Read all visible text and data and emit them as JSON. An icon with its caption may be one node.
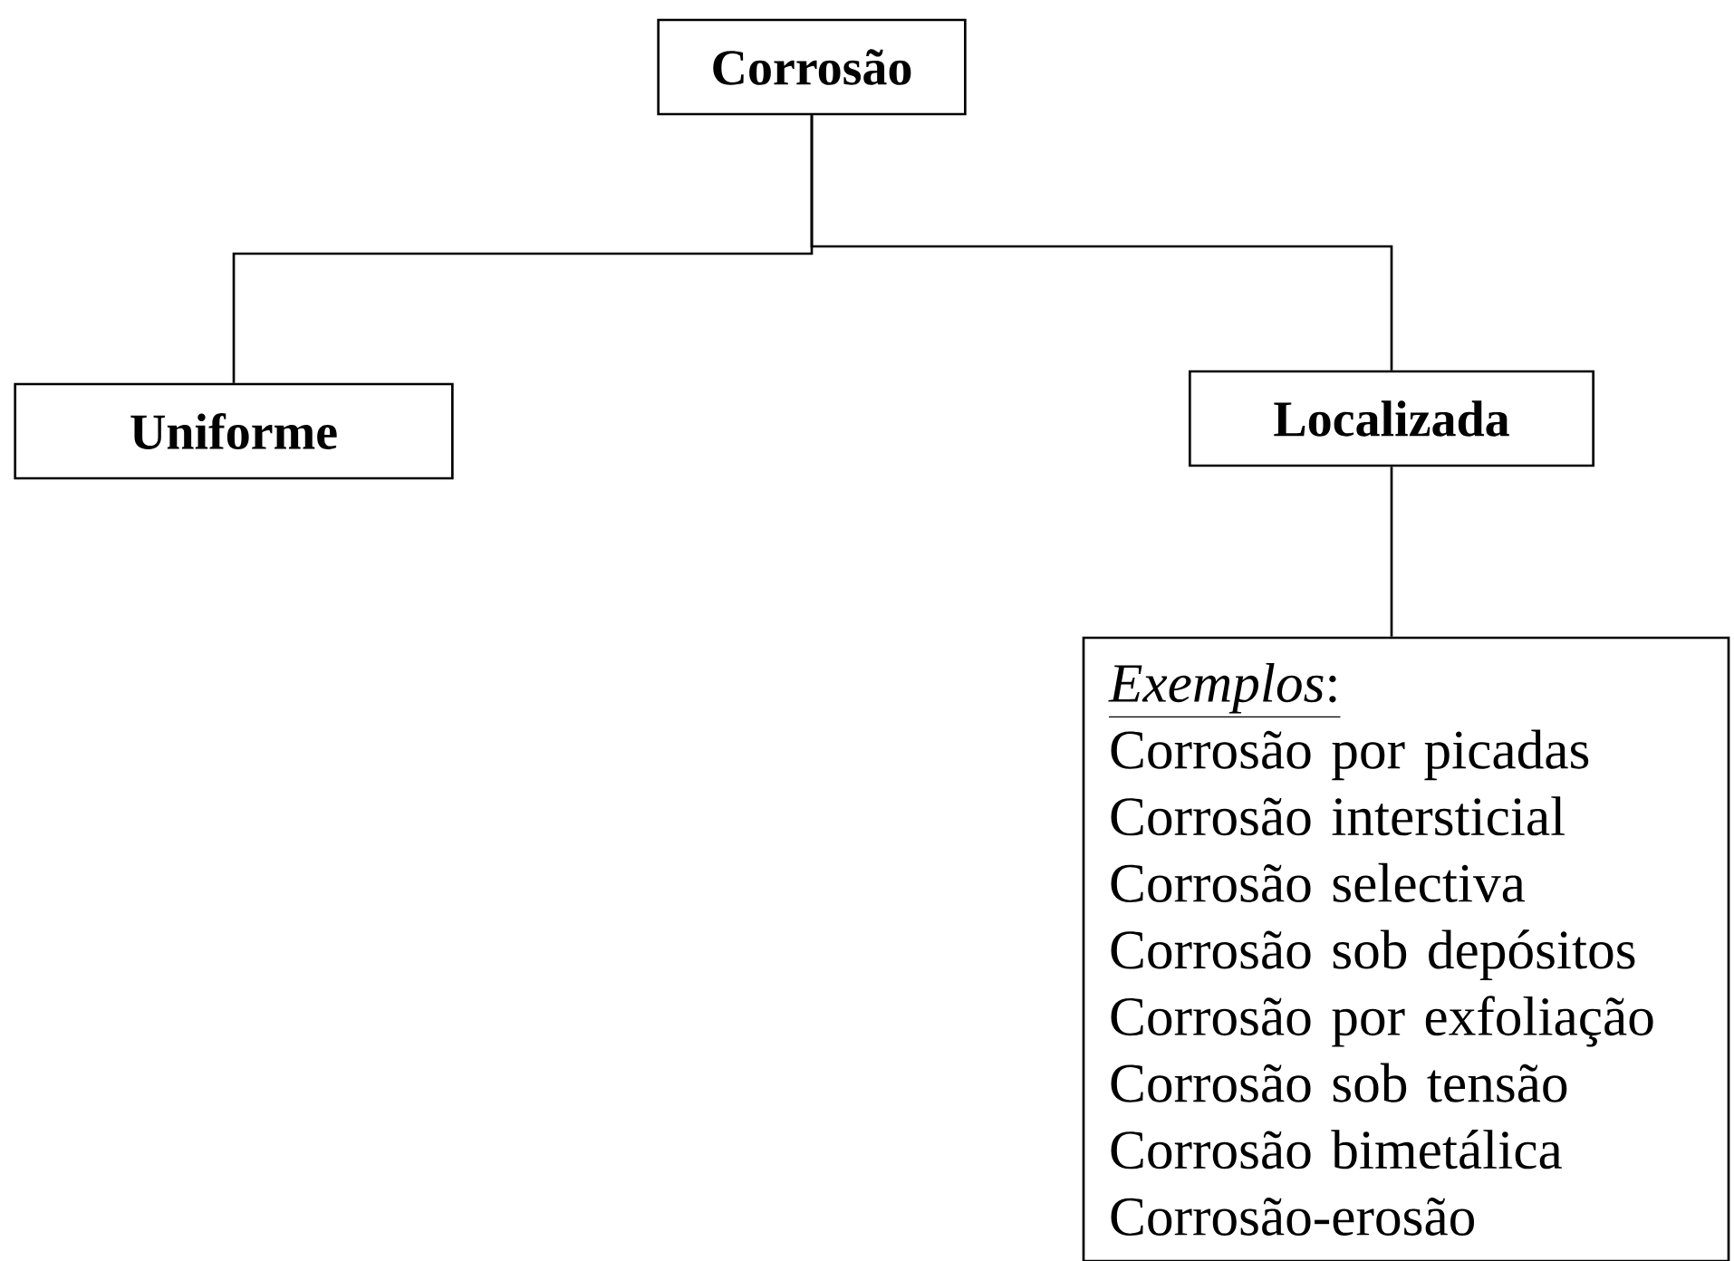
{
  "diagram": {
    "nodes": [
      {
        "text": [
          "Corrosão"
        ]
      },
      {
        "text": [
          "Uniforme"
        ]
      },
      {
        "text": [
          "Localizada"
        ]
      },
      {
        "text": [
          "*Exemplos*:",
          "Corrosão por picadas",
          "Corrosão intersticial",
          "Corrosão selectiva",
          "Corrosão sob depósitos",
          "Corrosão por exfoliação",
          "Corrosão sob tensão",
          "Corrosão bimetálica",
          "Corrosão-erosão"
        ]
      }
    ],
    "edges": [
      {
        "from": 0,
        "to": 1,
        "arrow": "none"
      },
      {
        "from": 0,
        "to": 2,
        "arrow": "none"
      },
      {
        "from": 2,
        "to": 3,
        "arrow": "none"
      }
    ]
  }
}
